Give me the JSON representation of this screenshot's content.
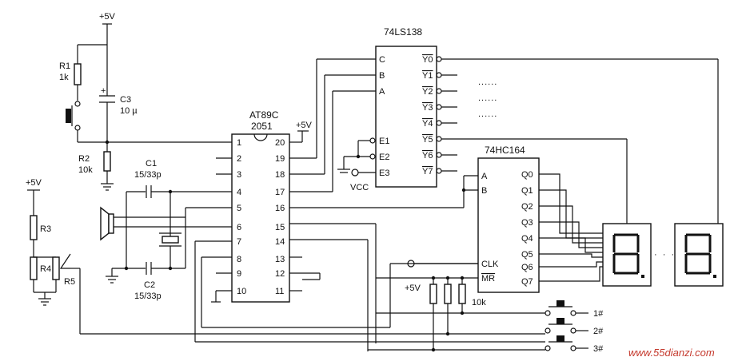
{
  "supply": {
    "vcc_5v": "+5V",
    "vcc": "VCC"
  },
  "mcu": {
    "part": "AT89C",
    "model": "2051",
    "left_pins": [
      "1",
      "2",
      "3",
      "4",
      "5",
      "6",
      "7",
      "8",
      "9",
      "10"
    ],
    "right_pins": [
      "20",
      "19",
      "18",
      "17",
      "16",
      "15",
      "14",
      "13",
      "12",
      "11"
    ]
  },
  "decoder": {
    "part": "74LS138",
    "inputs": [
      "C",
      "B",
      "A",
      "E1",
      "E2",
      "E3"
    ],
    "outputs": [
      "Y0",
      "Y1",
      "Y2",
      "Y3",
      "Y4",
      "Y5",
      "Y6",
      "Y7"
    ],
    "more": "......"
  },
  "shift_register": {
    "part": "74HC164",
    "inputs": [
      "A",
      "B",
      "CLK",
      "MR"
    ],
    "outputs": [
      "Q0",
      "Q1",
      "Q2",
      "Q3",
      "Q4",
      "Q5",
      "Q6",
      "Q7"
    ]
  },
  "components": {
    "r1": {
      "name": "R1",
      "value": "1k"
    },
    "c3": {
      "name": "C3",
      "value": "10 µ",
      "plus": "+"
    },
    "r2": {
      "name": "R2",
      "value": "10k"
    },
    "c1": {
      "name": "C1",
      "value": "15/33p"
    },
    "c2": {
      "name": "C2",
      "value": "15/33p"
    },
    "r3": {
      "name": "R3"
    },
    "r4": {
      "name": "R4"
    },
    "r5": {
      "name": "R5"
    },
    "pullups": {
      "value": "10k"
    }
  },
  "buttons": [
    "1#",
    "2#",
    "3#"
  ],
  "display_dots": "· · ·",
  "watermark": "www.55dianzi.com",
  "colors": {
    "ink": "#111111",
    "watermark": "#c53a2e"
  }
}
